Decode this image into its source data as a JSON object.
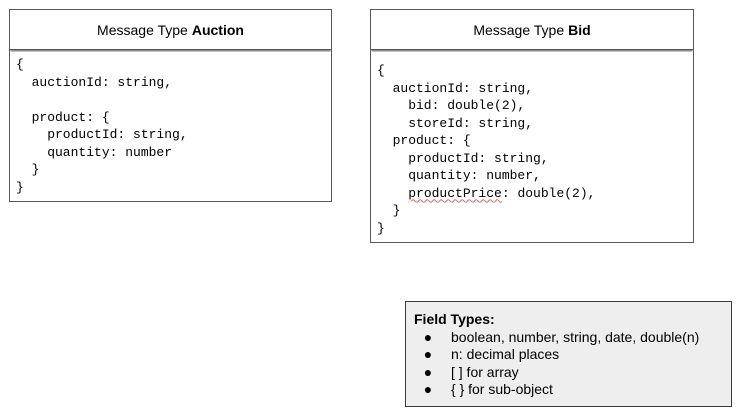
{
  "auction": {
    "title_prefix": "Message Type",
    "title_bold": "Auction",
    "lines": [
      "{",
      "  auctionId: string,",
      "",
      "  product: {",
      "    productId: string,",
      "    quantity: number",
      "  }",
      "}"
    ]
  },
  "bid": {
    "title_prefix": "Message Type",
    "title_bold": "Bid",
    "lines": [
      "{",
      "  auctionId: string,",
      "    bid: double(2),",
      "    storeId: string,",
      "  product: {",
      "    productId: string,",
      "    quantity: number,",
      "    ",
      "  }",
      "}"
    ],
    "price_line_key": "productPrice",
    "price_line_rest": ": double(2),"
  },
  "legend": {
    "title": "Field Types:",
    "bullet": "●",
    "items": [
      "boolean, number, string, date, double(n)",
      "n: decimal places",
      "[ ] for array",
      "{ } for sub-object"
    ]
  }
}
